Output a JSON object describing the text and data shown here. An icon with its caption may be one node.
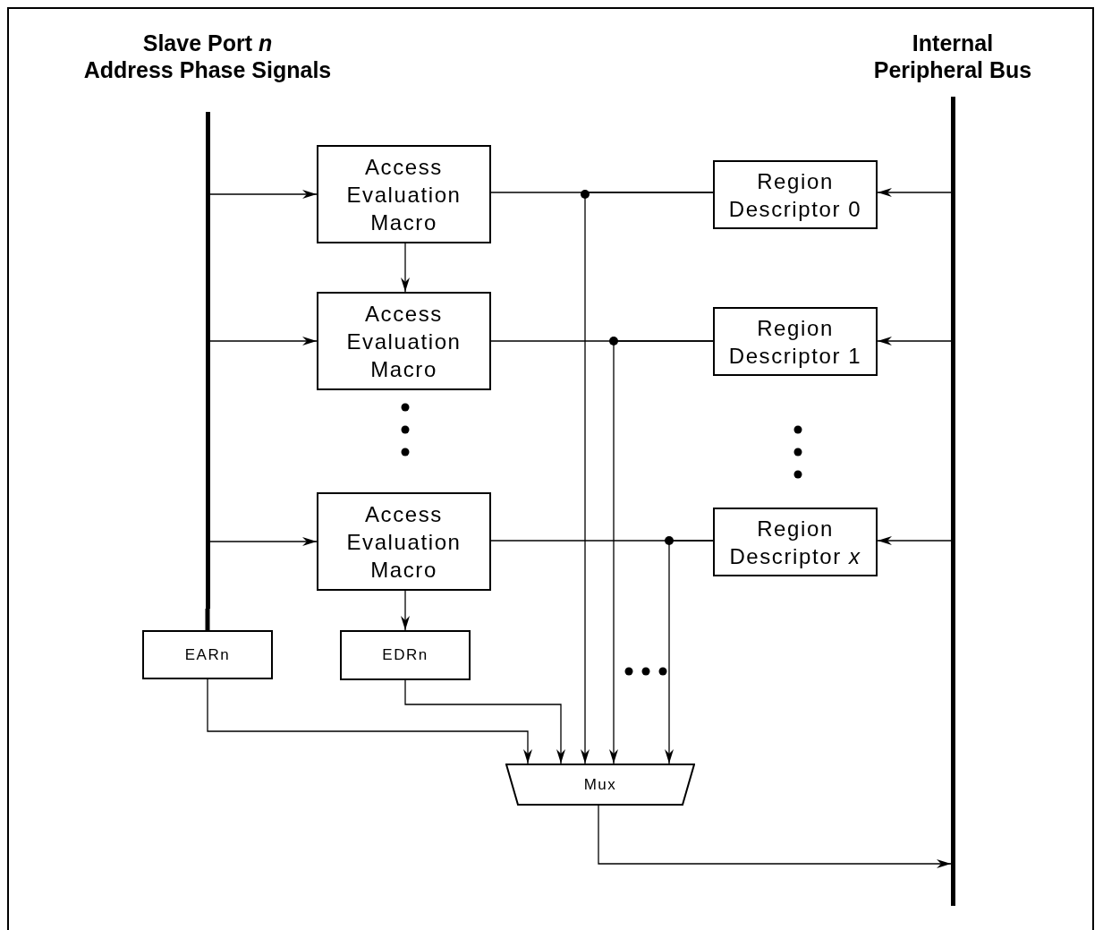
{
  "diagram": {
    "nodes": [
      {
        "text": [
          "Slave Port *n*",
          "Address Phase Signals"
        ]
      },
      {
        "text": [
          "Internal Peripheral Bus"
        ]
      },
      {
        "text": [
          "Access Evaluation Macro"
        ]
      },
      {
        "text": [
          "Access Evaluation Macro"
        ]
      },
      {
        "text": [
          "Access Evaluation Macro"
        ]
      },
      {
        "text": [
          "Region Descriptor 0"
        ]
      },
      {
        "text": [
          "Region Descriptor 1"
        ]
      },
      {
        "text": [
          "Region Descriptor *x*"
        ]
      },
      {
        "text": [
          "EARn"
        ]
      },
      {
        "text": [
          "EDRn"
        ]
      },
      {
        "text": [
          "Mux"
        ]
      }
    ],
    "edges": [
      {
        "from": 0,
        "to": 2,
        "arrow": "to"
      },
      {
        "from": 0,
        "to": 3,
        "arrow": "to"
      },
      {
        "from": 0,
        "to": 4,
        "arrow": "to"
      },
      {
        "from": 1,
        "to": 5,
        "arrow": "to"
      },
      {
        "from": 1,
        "to": 6,
        "arrow": "to"
      },
      {
        "from": 1,
        "to": 7,
        "arrow": "to"
      },
      {
        "from": 2,
        "to": 3,
        "arrow": "to"
      },
      {
        "from": 5,
        "to": 2,
        "arrow": "none"
      },
      {
        "from": 5,
        "to": 10,
        "arrow": "to"
      },
      {
        "from": 6,
        "to": 3,
        "arrow": "none"
      },
      {
        "from": 6,
        "to": 10,
        "arrow": "to"
      },
      {
        "from": 7,
        "to": 4,
        "arrow": "none"
      },
      {
        "from": 7,
        "to": 10,
        "arrow": "to"
      },
      {
        "from": 4,
        "to": 9,
        "arrow": "to"
      },
      {
        "from": 0,
        "to": 8,
        "arrow": "none",
        "style": "thick"
      },
      {
        "from": 8,
        "to": 10,
        "arrow": "to"
      },
      {
        "from": 9,
        "to": 10,
        "arrow": "to"
      },
      {
        "from": 10,
        "to": 1,
        "arrow": "to"
      }
    ]
  }
}
